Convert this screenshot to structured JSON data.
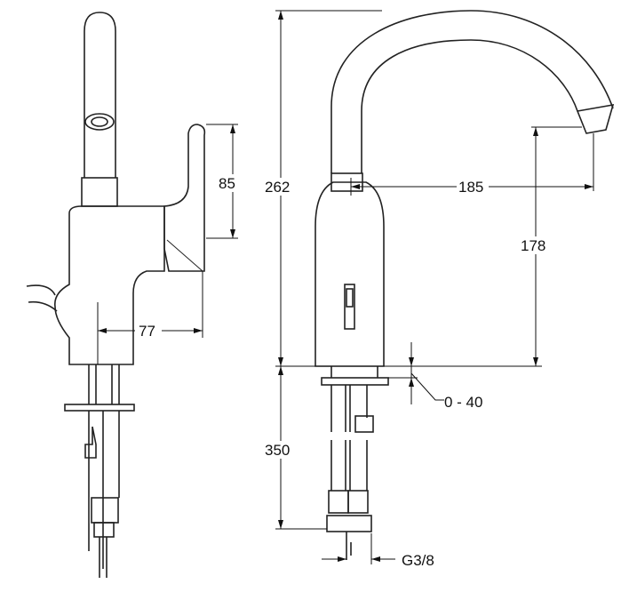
{
  "drawing": {
    "dimensions": {
      "lever_height": "85",
      "lever_reach": "77",
      "total_height": "262",
      "spout_reach": "185",
      "spout_clearance": "178",
      "deck_thickness": "0 - 40",
      "hose_length": "350",
      "thread": "G3/8"
    }
  }
}
